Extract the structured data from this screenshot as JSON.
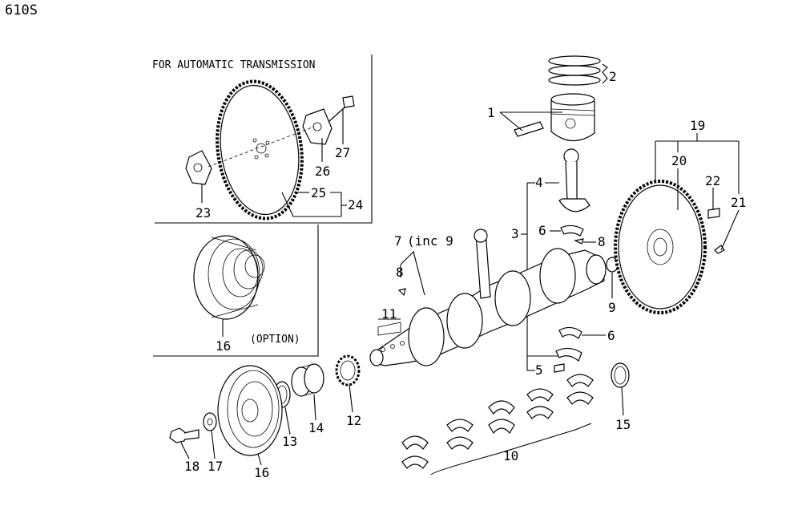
{
  "diagram_code": "610S",
  "notes": {
    "automatic_transmission": "FOR AUTOMATIC TRANSMISSION",
    "option": "(OPTION)",
    "inc": "(inc 9"
  },
  "callouts": {
    "c1": "1",
    "c2": "2",
    "c3": "3",
    "c4": "4",
    "c5": "5",
    "c6a": "6",
    "c6b": "6",
    "c7": "7",
    "c8a": "8",
    "c8b": "8",
    "c9": "9",
    "c10": "10",
    "c11": "11",
    "c12": "12",
    "c13": "13",
    "c14": "14",
    "c15": "15",
    "c16a": "16",
    "c16b": "16",
    "c17": "17",
    "c18": "18",
    "c19": "19",
    "c20": "20",
    "c21": "21",
    "c22": "22",
    "c23": "23",
    "c24": "24",
    "c25": "25",
    "c26": "26",
    "c27": "27"
  }
}
